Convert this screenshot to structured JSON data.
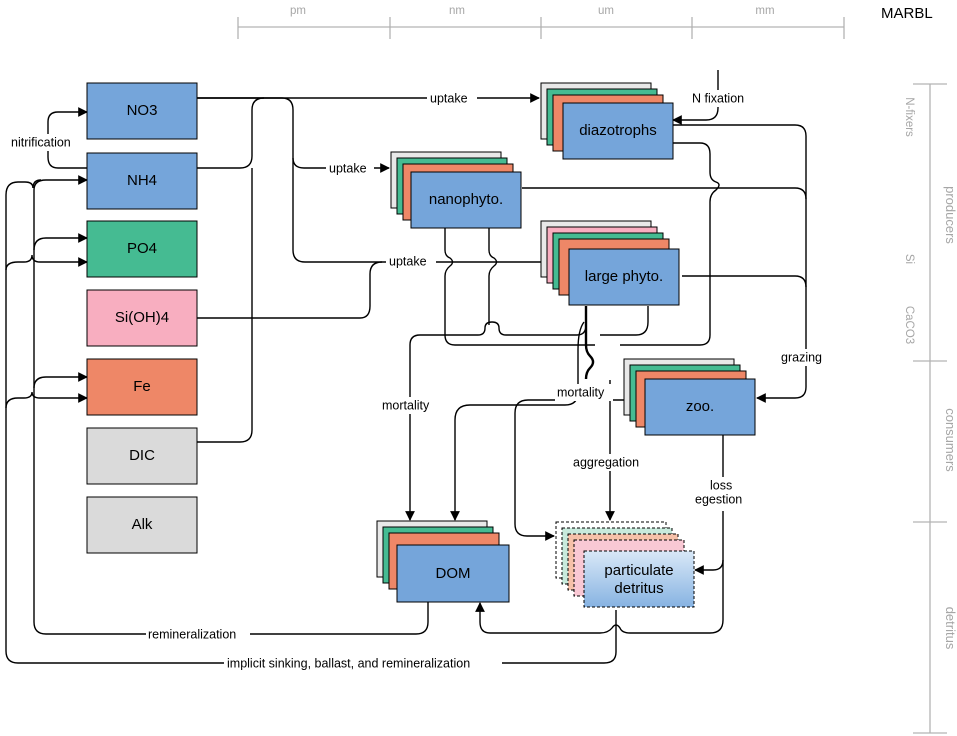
{
  "diagram": {
    "title": "MARBL",
    "size_scale": [
      "pm",
      "nm",
      "um",
      "mm"
    ],
    "side_labels": {
      "groups": [
        "producers",
        "consumers",
        "detritus"
      ],
      "sub": [
        "N-fixers",
        "Si",
        "CaCO3"
      ]
    },
    "nutrients": [
      "NO3",
      "NH4",
      "PO4",
      "Si(OH)4",
      "Fe",
      "DIC",
      "Alk"
    ],
    "boxes": {
      "diazotrophs": "diazotrophs",
      "nanophyto": "nanophyto.",
      "large_phyto": "large phyto.",
      "zoo": "zoo.",
      "dom": "DOM",
      "detritus_line1": "particulate",
      "detritus_line2": "detritus"
    },
    "processes": {
      "nitrification": "nitrification",
      "uptake": "uptake",
      "n_fixation": "N fixation",
      "grazing": "grazing",
      "mortality": "mortality",
      "aggregation": "aggregation",
      "loss": "loss",
      "egestion": "egestion",
      "remineralization": "remineralization",
      "sinking": "implicit sinking, ballast, and remineralization"
    },
    "colors": {
      "blue": "#75a5da",
      "green": "#45bb92",
      "pink": "#f8aec0",
      "orange": "#ee8767",
      "gray": "#dadada",
      "light_gray": "#e8e8e8",
      "axis_gray": "#b3b3b3",
      "detritus_top": "#d9e8f7",
      "detritus_bottom": "#87b3e2"
    }
  }
}
